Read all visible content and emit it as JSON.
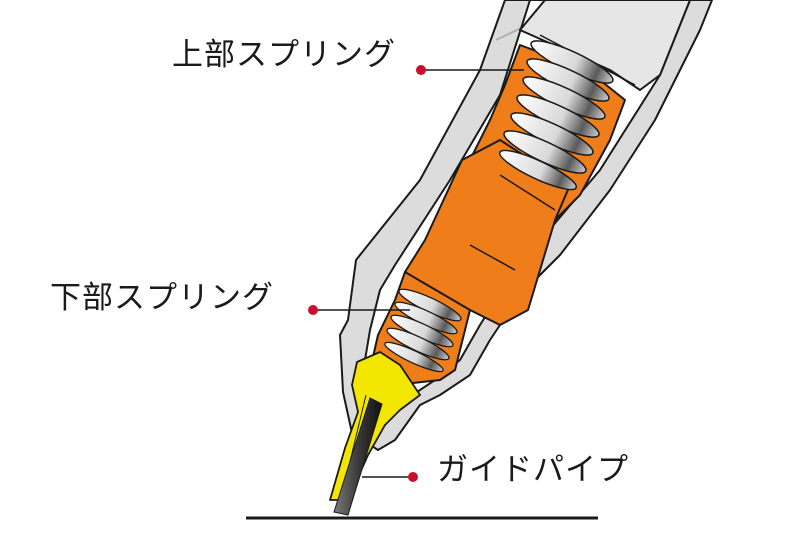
{
  "labels": {
    "upper_spring": "上部スプリング",
    "lower_spring": "下部スプリング",
    "guide_pipe": "ガイドパイプ"
  },
  "colors": {
    "callout_dot": "#c8102e",
    "mechanism_orange": "#ee7d1a",
    "guide_pipe_yellow": "#f3e600",
    "barrel_gray": "#dcdcdc",
    "outline": "#1a1a1a"
  }
}
